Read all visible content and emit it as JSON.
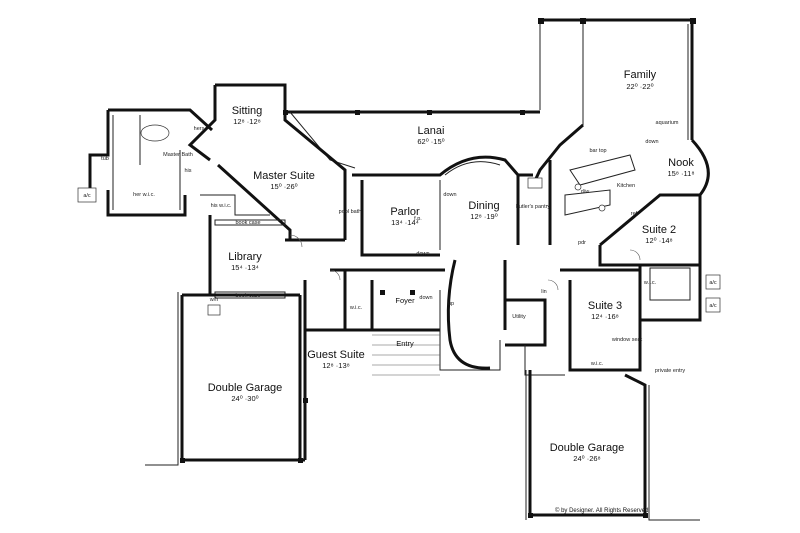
{
  "rooms": {
    "family": {
      "name": "Family",
      "dims": "22⁰ ·22⁰"
    },
    "lanai": {
      "name": "Lanai",
      "dims": "62⁰ ·15⁰"
    },
    "sitting": {
      "name": "Sitting",
      "dims": "12⁸ ·12⁸"
    },
    "master_suite": {
      "name": "Master Suite",
      "dims": "15⁰ ·26⁰"
    },
    "parlor": {
      "name": "Parlor",
      "dims": "13⁴ ·14⁴"
    },
    "dining": {
      "name": "Dining",
      "dims": "12⁸ ·19⁰"
    },
    "nook": {
      "name": "Nook",
      "dims": "15⁸ ·11⁸"
    },
    "suite2": {
      "name": "Suite 2",
      "dims": "12⁰ ·14⁸"
    },
    "library": {
      "name": "Library",
      "dims": "15⁴ ·13⁴"
    },
    "suite3": {
      "name": "Suite 3",
      "dims": "12⁴ ·16⁸"
    },
    "guest_suite": {
      "name": "Guest Suite",
      "dims": "12⁸ ·13⁸"
    },
    "garage_left": {
      "name": "Double Garage",
      "dims": "24⁰ ·30⁰"
    },
    "garage_right": {
      "name": "Double Garage",
      "dims": "24⁰ ·26⁸"
    }
  },
  "labels": {
    "foyer": "Foyer",
    "entry": "Entry",
    "kitchen": "Kitchen",
    "utility": "Utility",
    "butlers_pantry": "butler's pantry",
    "pool_bath": "pool bath",
    "master_bath": "Master Bath",
    "her_wic": "her w.i.c.",
    "his": "his",
    "hers": "hers",
    "his_wic": "his w.i.c.",
    "book_case_top": "book case",
    "book_case_bottom": "book case",
    "aquarium": "aquarium",
    "bar_top": "bar top",
    "down": "down",
    "up": "up",
    "fp": "f.p.",
    "wic": "w.i.c.",
    "window_seat": "window seat",
    "private_entry": "private entry",
    "pdr": "pdr",
    "ac": "a/c",
    "wh": "w/h",
    "tub": "tub",
    "ref": "ref",
    "dw": "d/w",
    "lin": "lin",
    "copyright": "© by Designer. All Rights Reserved"
  }
}
